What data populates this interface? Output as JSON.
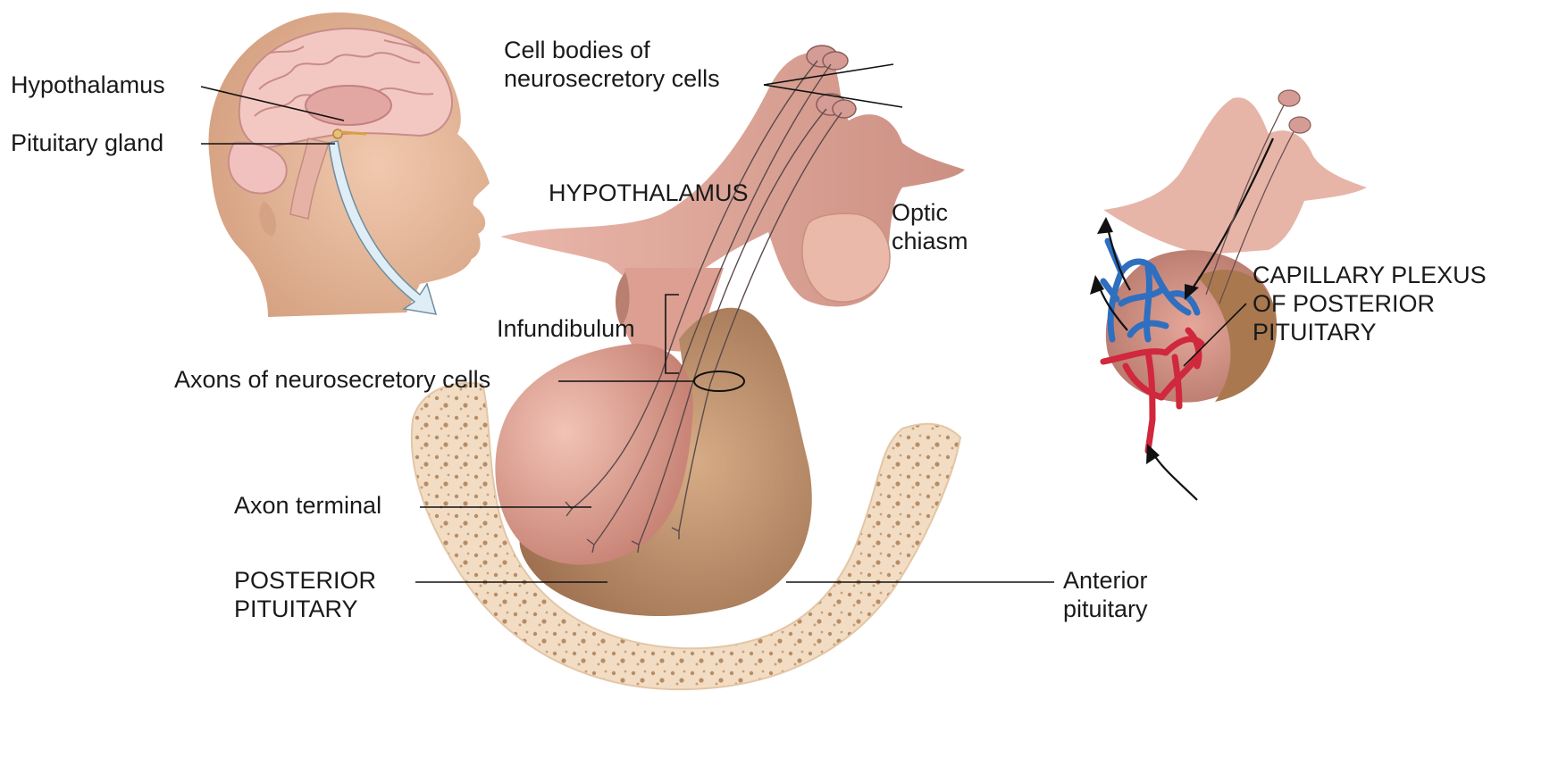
{
  "labels": {
    "hypothalamus_small": "Hypothalamus",
    "pituitary_gland": "Pituitary gland",
    "cell_bodies": [
      "Cell bodies of",
      "neurosecretory cells"
    ],
    "hypothalamus_main": "HYPOTHALAMUS",
    "optic_chiasm": [
      "Optic",
      "chiasm"
    ],
    "infundibulum": "Infundibulum",
    "axons": "Axons of neurosecretory cells",
    "axon_terminal": "Axon terminal",
    "posterior_pituitary": [
      "POSTERIOR",
      "PITUITARY"
    ],
    "anterior_pituitary": [
      "Anterior",
      "pituitary"
    ],
    "capillary_plexus": [
      "CAPILLARY PLEXUS",
      "OF POSTERIOR",
      "PITUITARY"
    ]
  },
  "colors": {
    "posterior_tissue": "#d9968a",
    "anterior_tissue": "#b88a6a",
    "bone": "#f1dcc2",
    "vein": "#2f6fc0",
    "artery": "#d0283c",
    "head_skin": "#e6b99a",
    "brain": "#f0c6c2"
  }
}
